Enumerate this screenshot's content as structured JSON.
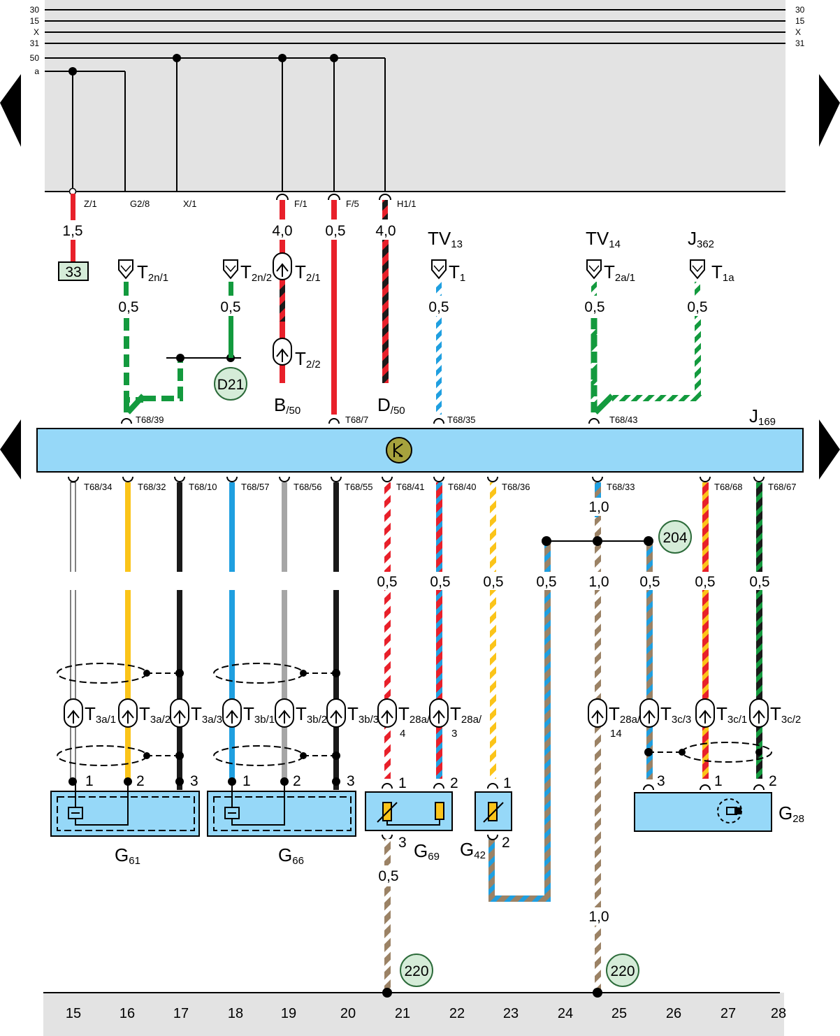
{
  "rails": {
    "left": [
      "30",
      "15",
      "X",
      "31",
      "50",
      "a"
    ],
    "right": [
      "30",
      "15",
      "X",
      "31"
    ]
  },
  "top_terminals": [
    "Z/1",
    "G2/8",
    "X/1",
    "F/1",
    "F/5",
    "H1/1"
  ],
  "top_sizes": {
    "z1": "1,5",
    "f1": "4,0",
    "f5": "0,5",
    "h1": "4,0"
  },
  "ref_box": "33",
  "connectors_upper": {
    "t2n1": {
      "main": "T",
      "sub": "2n/1"
    },
    "t2n2": {
      "main": "T",
      "sub": "2n/2"
    },
    "t21": {
      "main": "T",
      "sub": "2/1"
    },
    "t22": {
      "main": "T",
      "sub": "2/2"
    },
    "t1": {
      "main": "T",
      "sub": "1"
    },
    "t2a1": {
      "main": "T",
      "sub": "2a/1"
    },
    "t1a": {
      "main": "T",
      "sub": "1a"
    }
  },
  "upper_sizes": [
    "0,5",
    "0,5",
    "0,5",
    "0,5",
    "0,5"
  ],
  "components_upper": {
    "tv13": {
      "main": "TV",
      "sub": "13"
    },
    "tv14": {
      "main": "TV",
      "sub": "14"
    },
    "j362": {
      "main": "J",
      "sub": "362"
    },
    "b50": {
      "main": "B",
      "sub": "/50"
    },
    "d50": {
      "main": "D",
      "sub": "/50"
    }
  },
  "ground_marks": {
    "d21": "D21",
    "g204": "204",
    "g220a": "220",
    "g220b": "220"
  },
  "ecu": {
    "name": {
      "main": "J",
      "sub": "169"
    }
  },
  "ecu_top_pins": [
    "T68/39",
    "T68/7",
    "T68/35",
    "T68/43"
  ],
  "ecu_bottom_pins": [
    "T68/34",
    "T68/32",
    "T68/10",
    "T68/57",
    "T68/56",
    "T68/55",
    "T68/41",
    "T68/40",
    "T68/36",
    "T68/33",
    "T68/68",
    "T68/67"
  ],
  "lower_sizes": {
    "s10a": "1,0",
    "s05": "0,5",
    "s10b": "1,0",
    "s05b": "0,5",
    "s10c": "1,0"
  },
  "connectors_lower": {
    "t3a1": {
      "main": "T",
      "sub": "3a/1"
    },
    "t3a2": {
      "main": "T",
      "sub": "3a/2"
    },
    "t3a3": {
      "main": "T",
      "sub": "3a/3"
    },
    "t3b1": {
      "main": "T",
      "sub": "3b/1"
    },
    "t3b2": {
      "main": "T",
      "sub": "3b/2"
    },
    "t3b3": {
      "main": "T",
      "sub": "3b/3"
    },
    "t28a4": {
      "main": "T",
      "sub": "28a/",
      "line2": "4"
    },
    "t28a3": {
      "main": "T",
      "sub": "28a/",
      "line2": "3"
    },
    "t28a14": {
      "main": "T",
      "sub": "28a/",
      "line2": "14"
    },
    "t3c3": {
      "main": "T",
      "sub": "3c/3"
    },
    "t3c1": {
      "main": "T",
      "sub": "3c/1"
    },
    "t3c2": {
      "main": "T",
      "sub": "3c/2"
    }
  },
  "pin_numbers": {
    "p1": "1",
    "p2": "2",
    "p3": "3"
  },
  "components_lower": {
    "g61": {
      "main": "G",
      "sub": "61"
    },
    "g66": {
      "main": "G",
      "sub": "66"
    },
    "g69": {
      "main": "G",
      "sub": "69"
    },
    "g42": {
      "main": "G",
      "sub": "42"
    },
    "g28": {
      "main": "G",
      "sub": "28"
    }
  },
  "columns": [
    "15",
    "16",
    "17",
    "18",
    "19",
    "20",
    "21",
    "22",
    "23",
    "24",
    "25",
    "26",
    "27",
    "28"
  ],
  "colors": {
    "red": "#e8202a",
    "black": "#1a1a1a",
    "green": "#139a3e",
    "blue": "#1f9fe0",
    "yellow": "#fbc419",
    "brown": "#9b8265",
    "grey": "#a6a6a6",
    "white": "#ffffff",
    "panel": "#e3e3e3",
    "ecu": "#96d8f8",
    "badge": "#d5ecd8",
    "badge_stroke": "#2c6b3a",
    "transistor": "#a6a23d"
  },
  "icons": [
    "arrow-left-icon",
    "arrow-right-icon",
    "transistor-icon",
    "sensor-icon",
    "thermistor-icon",
    "speed-sensor-icon"
  ]
}
